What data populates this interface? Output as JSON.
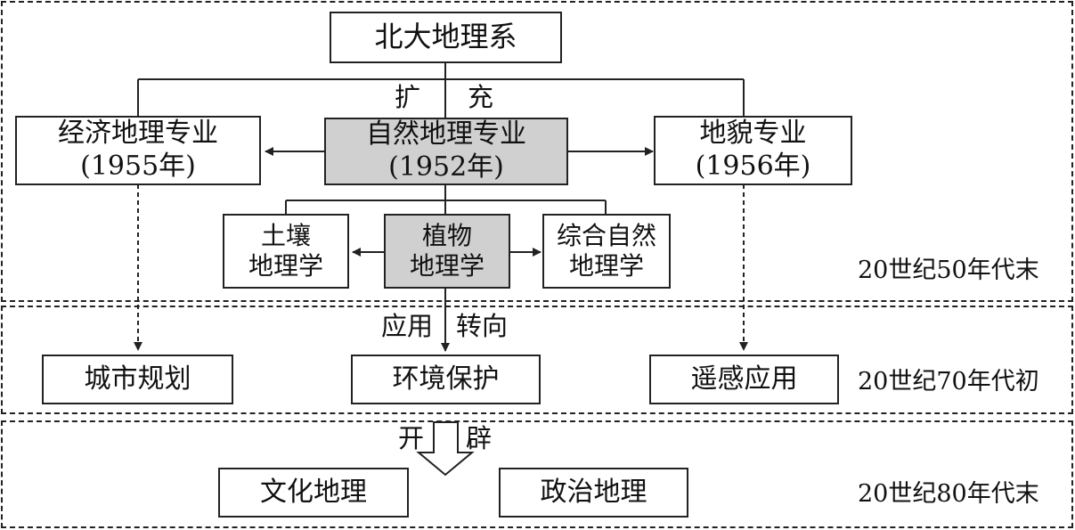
{
  "nodes": {
    "root": "北大地理系",
    "econ": {
      "line1": "经济地理专业",
      "line2": "(1955年)"
    },
    "natural": {
      "line1": "自然地理专业",
      "line2": "(1952年)"
    },
    "geomorph": {
      "line1": "地貌专业",
      "line2": "(1956年)"
    },
    "soil": {
      "line1": "土壤",
      "line2": "地理学"
    },
    "plant": {
      "line1": "植物",
      "line2": "地理学"
    },
    "integrated": {
      "line1": "综合自然",
      "line2": "地理学"
    },
    "urban": "城市规划",
    "env": "环境保护",
    "remote": "遥感应用",
    "culture": "文化地理",
    "politics": "政治地理"
  },
  "edge_labels": {
    "expand_left": "扩",
    "expand_right": "充",
    "apply": "应用",
    "turn": "转向",
    "open_left": "开",
    "open_right": "辟"
  },
  "periods": [
    "20世纪50年代末",
    "20世纪70年代初",
    "20世纪80年代末"
  ]
}
